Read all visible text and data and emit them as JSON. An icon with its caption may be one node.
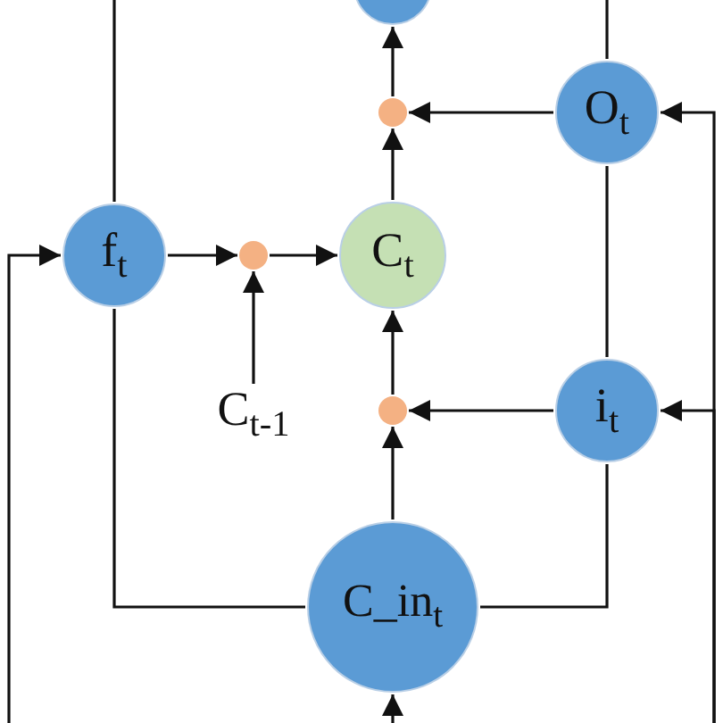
{
  "diagram": {
    "nodes": [
      {
        "text": [],
        "shape": "circle"
      },
      {
        "text": [],
        "shape": "circle"
      },
      {
        "text": [
          "O$_{t}$"
        ]
      },
      {
        "text": [
          "f$_{t}$"
        ]
      },
      {
        "text": [],
        "shape": "circle"
      },
      {
        "text": [
          "C$_{t}$"
        ]
      },
      {
        "text": [
          "C$_{t-1}$"
        ]
      },
      {
        "text": [],
        "shape": "circle"
      },
      {
        "text": [
          "i$_{t}$"
        ]
      },
      {
        "text": [
          "C_in$_{t}$"
        ]
      }
    ],
    "edges": [
      {
        "from": 1,
        "to": 0,
        "arrow": "to"
      },
      {
        "from": 5,
        "to": 1,
        "arrow": "to"
      },
      {
        "from": 2,
        "to": 1,
        "arrow": "to"
      },
      {
        "from": 3,
        "to": 4,
        "arrow": "to"
      },
      {
        "from": 6,
        "to": 4,
        "arrow": "to"
      },
      {
        "from": 4,
        "to": 5,
        "arrow": "to"
      },
      {
        "from": 7,
        "to": 5,
        "arrow": "to"
      },
      {
        "from": 8,
        "to": 7,
        "arrow": "to"
      },
      {
        "from": 9,
        "to": 7,
        "arrow": "to"
      },
      {
        "from": 3,
        "to": 9,
        "arrow": "none"
      },
      {
        "from": 9,
        "to": 8,
        "arrow": "none"
      },
      {
        "from": 8,
        "to": 2,
        "arrow": "none"
      },
      {
        "from": 2,
        "to": null,
        "arrow": "none"
      },
      {
        "from": 3,
        "to": null,
        "arrow": "none"
      },
      {
        "from": null,
        "to": 3,
        "arrow": "to"
      },
      {
        "from": null,
        "to": 2,
        "arrow": "to"
      },
      {
        "from": null,
        "to": 8,
        "arrow": "to"
      },
      {
        "from": null,
        "to": 9,
        "arrow": "to"
      }
    ]
  }
}
